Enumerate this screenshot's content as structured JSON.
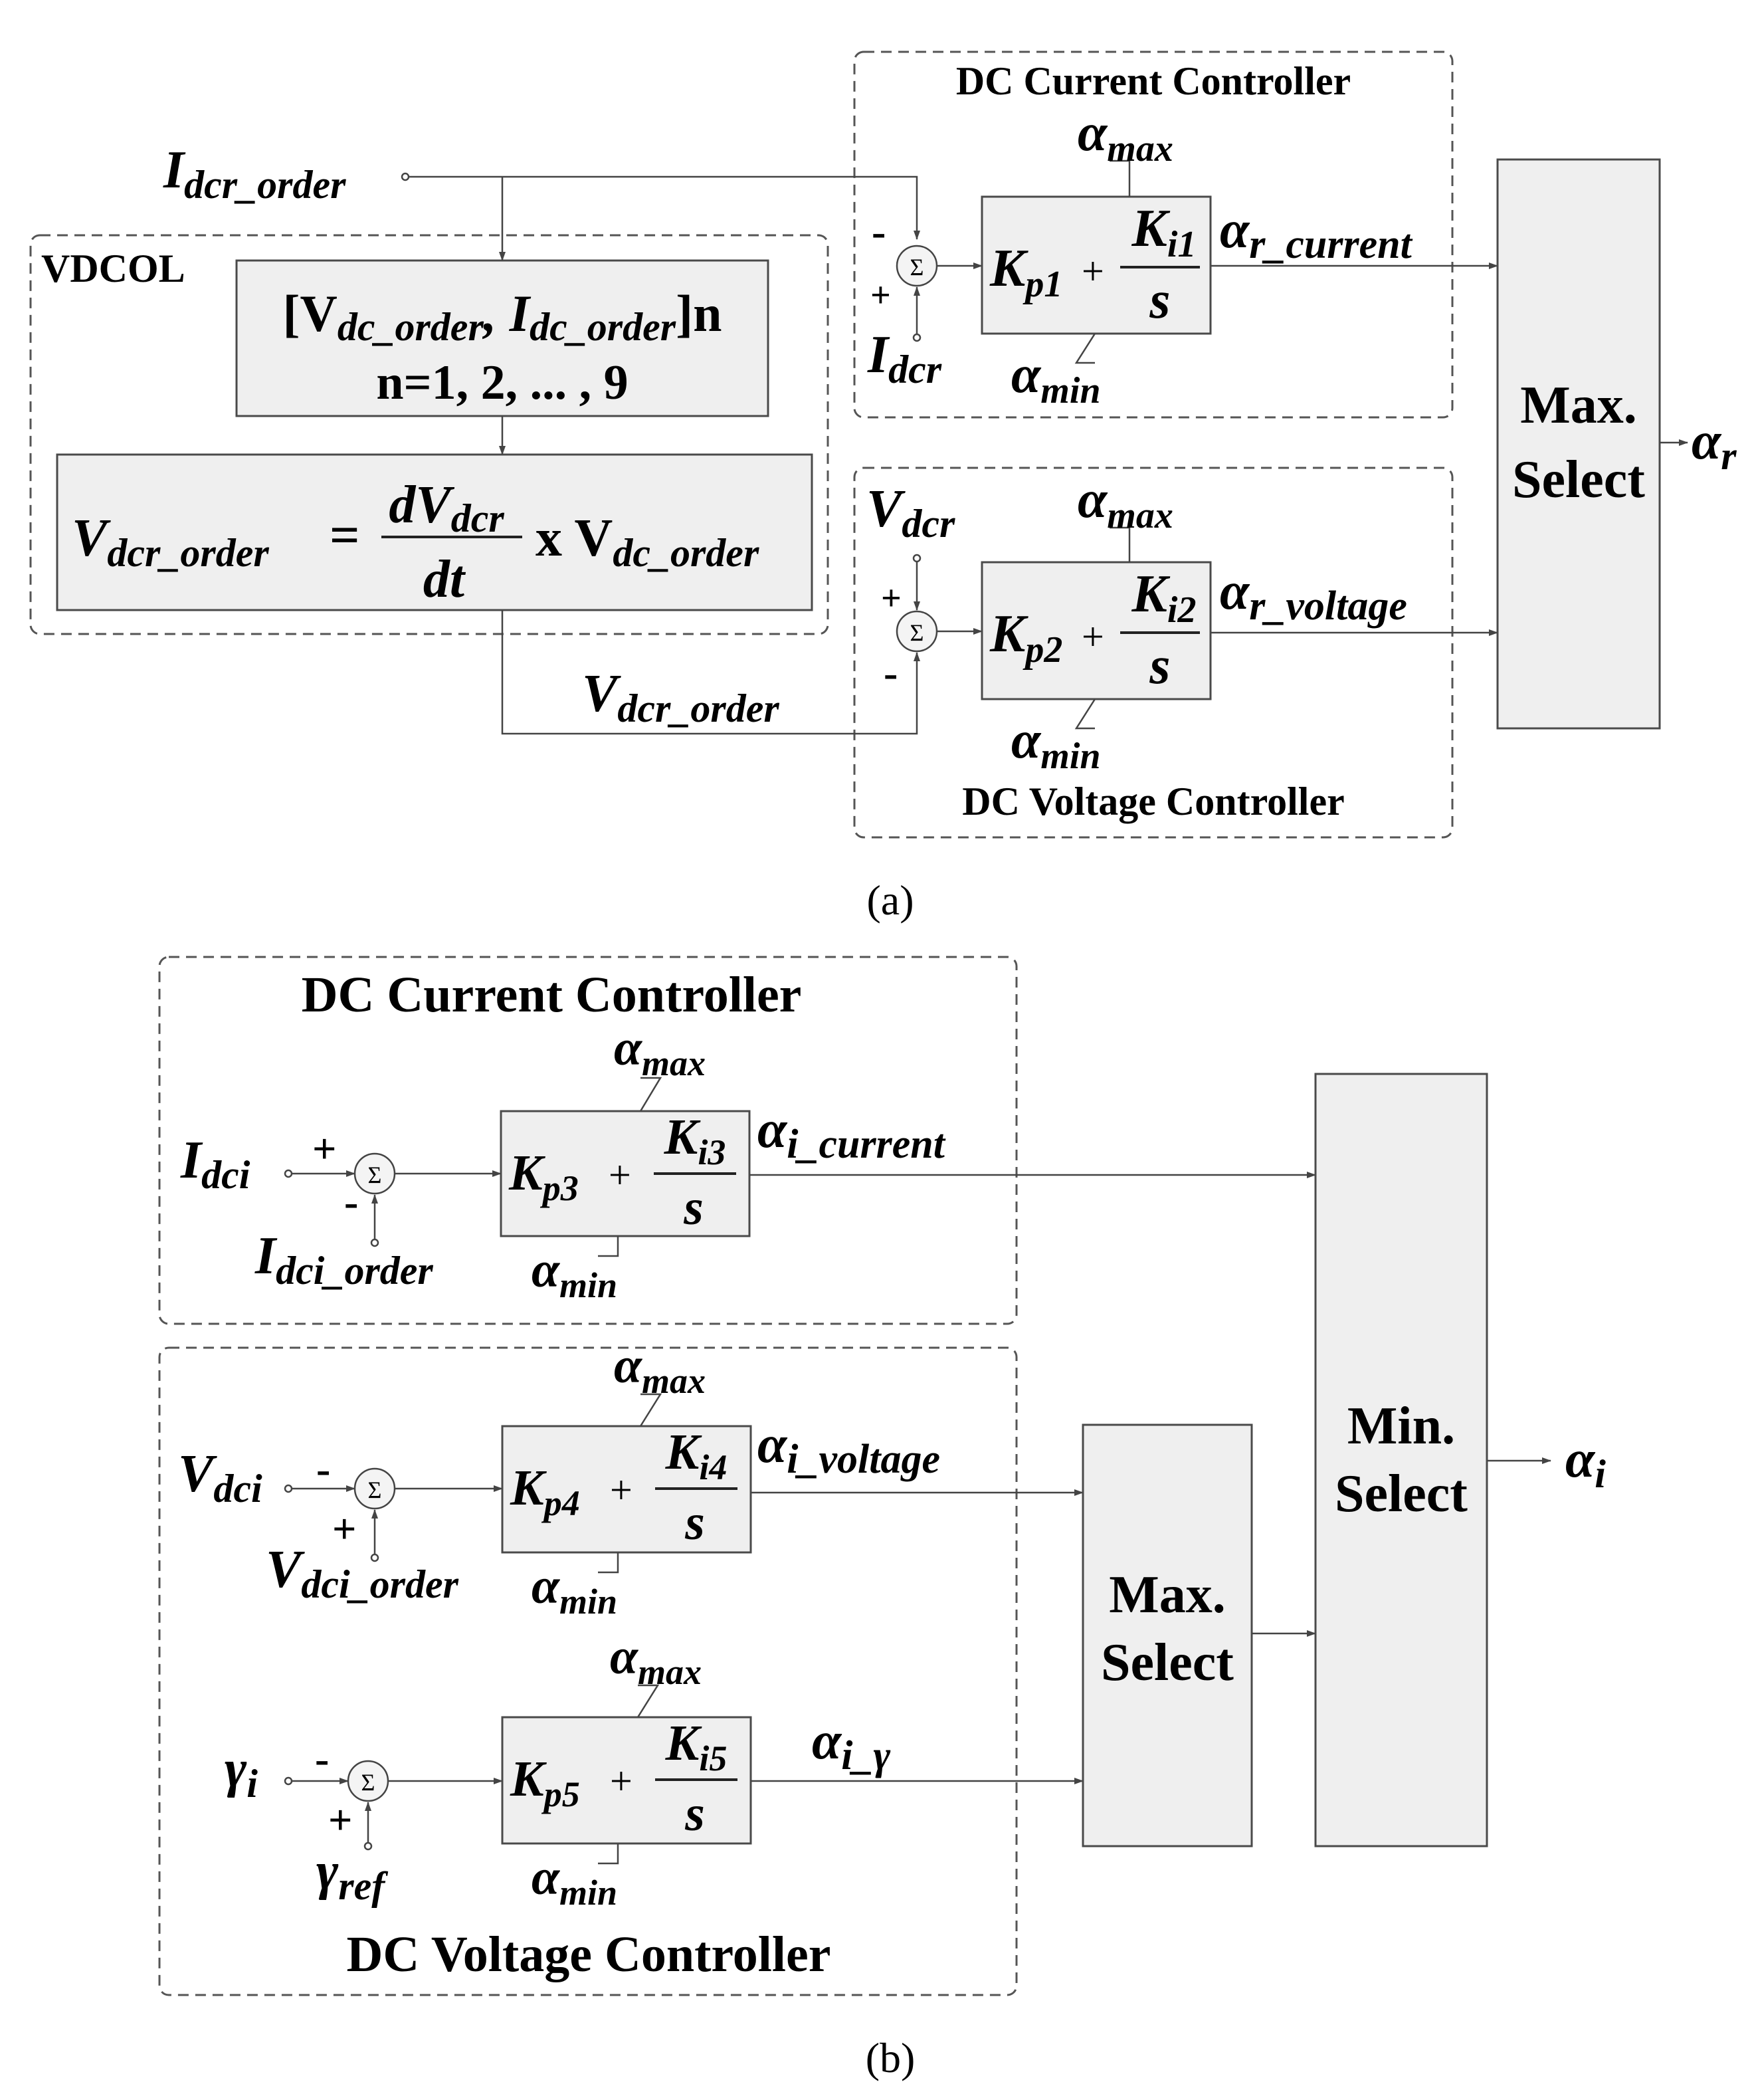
{
  "panel_a": {
    "caption": "(a)",
    "vdcol": {
      "label": "VDCOL",
      "table_line1": "[V",
      "table_line1_sub1": "dc_order",
      "table_line1_mid": ", I",
      "table_line1_sub2": "dc_order",
      "table_line1_end": "]n",
      "table_line2": "n=1, 2, ... , 9",
      "eq_lhs": "V",
      "eq_lhs_sub": "dcr_order",
      "eq_equals": "=",
      "eq_num": "dV",
      "eq_num_sub": "dcr",
      "eq_den": "dt",
      "eq_times": "x V",
      "eq_times_sub": "dc_order"
    },
    "inputs": {
      "idcr_order": "I",
      "idcr_order_sub": "dcr_order",
      "idcr": "I",
      "idcr_sub": "dcr",
      "vdcr": "V",
      "vdcr_sub": "dcr",
      "vdcr_order": "V",
      "vdcr_order_sub": "dcr_order"
    },
    "current_ctrl": {
      "title": "DC Current Controller",
      "kp": "K",
      "kp_sub": "p1",
      "ki": "K",
      "ki_sub": "i1",
      "s": "s",
      "plus": "+",
      "alpha_max": "α",
      "alpha_max_sub": "max",
      "alpha_min": "α",
      "alpha_min_sub": "min",
      "out": "α",
      "out_sub": "r_current",
      "sign_top": "-",
      "sign_bottom": "+"
    },
    "voltage_ctrl": {
      "title": "DC Voltage Controller",
      "kp": "K",
      "kp_sub": "p2",
      "ki": "K",
      "ki_sub": "i2",
      "s": "s",
      "plus": "+",
      "alpha_max": "α",
      "alpha_max_sub": "max",
      "alpha_min": "α",
      "alpha_min_sub": "min",
      "out": "α",
      "out_sub": "r_voltage",
      "sign_top": "+",
      "sign_bottom": "-"
    },
    "max_select": {
      "line1": "Max.",
      "line2": "Select"
    },
    "output": "α",
    "output_sub": "r"
  },
  "panel_b": {
    "caption": "(b)",
    "current_title": "DC Current Controller",
    "voltage_title": "DC Voltage Controller",
    "sigma": "Σ",
    "loop1": {
      "in1": "I",
      "in1_sub": "dci",
      "in2": "I",
      "in2_sub": "dci_order",
      "sign1": "+",
      "sign2": "-",
      "kp": "K",
      "kp_sub": "p3",
      "ki": "K",
      "ki_sub": "i3",
      "s": "s",
      "plus": "+",
      "alpha_max": "α",
      "alpha_max_sub": "max",
      "alpha_min": "α",
      "alpha_min_sub": "min",
      "out": "α",
      "out_sub": "i_current"
    },
    "loop2": {
      "in1": "V",
      "in1_sub": "dci",
      "in2": "V",
      "in2_sub": "dci_order",
      "sign1": "-",
      "sign2": "+",
      "kp": "K",
      "kp_sub": "p4",
      "ki": "K",
      "ki_sub": "i4",
      "s": "s",
      "plus": "+",
      "alpha_max": "α",
      "alpha_max_sub": "max",
      "alpha_min": "α",
      "alpha_min_sub": "min",
      "out": "α",
      "out_sub": "i_voltage"
    },
    "loop3": {
      "in1": "γ",
      "in1_sub": "i",
      "in2": "γ",
      "in2_sub": "ref",
      "sign1": "-",
      "sign2": "+",
      "kp": "K",
      "kp_sub": "p5",
      "ki": "K",
      "ki_sub": "i5",
      "s": "s",
      "plus": "+",
      "alpha_max": "α",
      "alpha_max_sub": "max",
      "alpha_min": "α",
      "alpha_min_sub": "min",
      "out": "α",
      "out_sub": "i_γ"
    },
    "max_select": {
      "line1": "Max.",
      "line2": "Select"
    },
    "min_select": {
      "line1": "Min.",
      "line2": "Select"
    },
    "output": "α",
    "output_sub": "i"
  }
}
